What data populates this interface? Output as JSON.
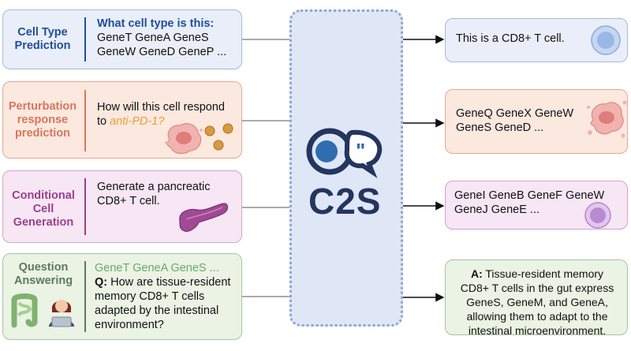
{
  "center": {
    "logo_text": "C2S"
  },
  "tasks": [
    {
      "id": "cell_type",
      "label_lines": [
        "Cell Type",
        "Prediction"
      ],
      "prompt_lines": [
        "What cell type is this:",
        "GeneT GeneA GeneS",
        "GeneW GeneD GeneP ..."
      ],
      "output_lines": [
        "This is a CD8+ T cell."
      ]
    },
    {
      "id": "perturbation",
      "label_lines": [
        "Perturbation",
        "response",
        "prediction"
      ],
      "prompt_lines": [
        "How will this cell respond",
        "to ",
        "anti-PD-1?"
      ],
      "output_lines": [
        "GeneQ GeneX GeneW",
        "GeneS GeneD ..."
      ]
    },
    {
      "id": "conditional",
      "label_lines": [
        "Conditional",
        "Cell",
        "Generation"
      ],
      "prompt_lines": [
        "Generate a pancreatic",
        "CD8+ T cell."
      ],
      "output_lines": [
        "GeneI GeneB GeneF GeneW",
        "GeneJ GeneE ..."
      ]
    },
    {
      "id": "qa",
      "label_lines": [
        "Question",
        "Answering"
      ],
      "prompt_lines": [
        "GeneT GeneA GeneS ...",
        "Q:",
        " How are tissue-resident",
        "memory CD8+ T cells",
        "adapted by the intestinal",
        "environment?"
      ],
      "output_lines": [
        "A:",
        " Tissue-resident memory",
        "CD8+ T cells in the gut express",
        "GeneS, GeneM, and GeneA,",
        "allowing them to adapt to the",
        "intestinal microenvironment."
      ]
    }
  ],
  "colors": {
    "blue": "#1f4e9a",
    "orange": "#d9765e",
    "purple": "#9a3f8d",
    "green": "#5f7a5c",
    "anti_pd1": "#e8a033",
    "qa_gene": "#6aa96b"
  }
}
